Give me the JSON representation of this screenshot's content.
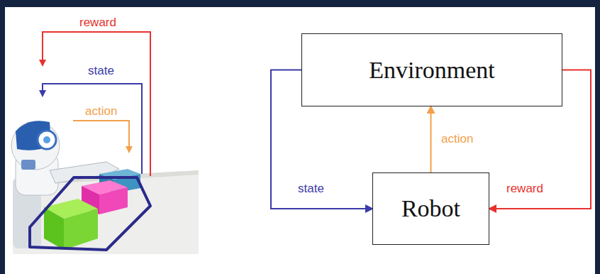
{
  "diagram": {
    "nodes": [
      {
        "text": [
          "Environment"
        ]
      },
      {
        "text": [
          "Robot"
        ]
      }
    ],
    "edges": [
      {
        "from": 1,
        "to": 0,
        "label": "action",
        "arrow": "to"
      },
      {
        "from": 0,
        "to": 1,
        "label": "state",
        "arrow": "to"
      },
      {
        "from": 0,
        "to": 1,
        "label": "reward",
        "arrow": "to"
      }
    ],
    "labels": [
      "reward",
      "state",
      "action"
    ]
  }
}
